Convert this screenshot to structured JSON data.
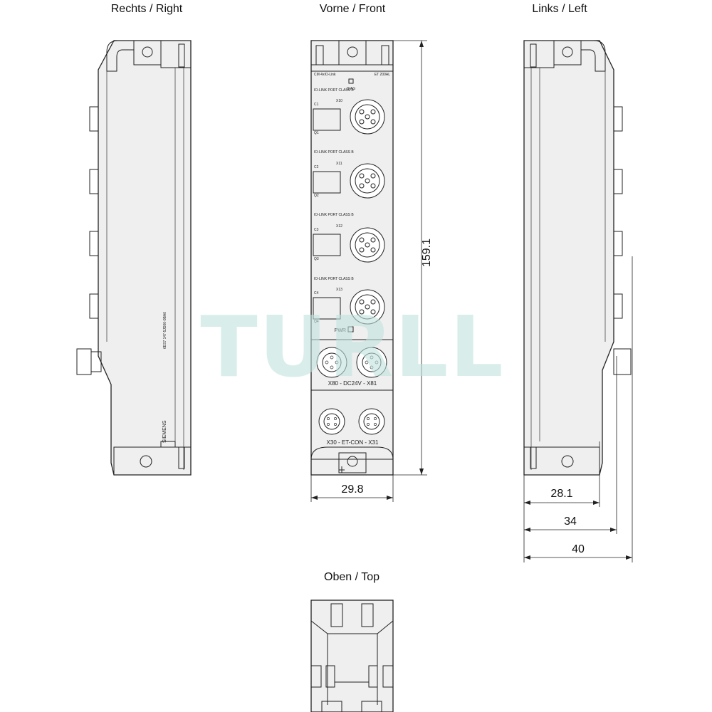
{
  "views": {
    "right": "Rechts / Right",
    "front": "Vorne / Front",
    "left": "Links / Left",
    "top": "Oben / Top"
  },
  "dimensions": {
    "height": "159.1",
    "width_front": "29.8",
    "depth_1": "28.1",
    "depth_2": "34",
    "depth_3": "40"
  },
  "front_labels": {
    "module": "CM 4xIO-Link",
    "series": "ET 200AL",
    "diag": "DIAG",
    "port_class": "IO-LINK PORT CLASS B",
    "ports": [
      {
        "connector": "X10",
        "c": "C1",
        "q": "Q1"
      },
      {
        "connector": "X11",
        "c": "C2",
        "q": "Q2"
      },
      {
        "connector": "X12",
        "c": "C3",
        "q": "Q3"
      },
      {
        "connector": "X13",
        "c": "C4",
        "q": "Q4"
      }
    ],
    "pwr": "PWR",
    "power_label": "X80 - DC24V - X81",
    "bus_label": "X30 - ET-CON - X31"
  },
  "side_labels": {
    "order_number": "6ES7 147-5JD00-0BA0",
    "brand": "SIEMENS"
  },
  "watermark": "TURLL"
}
